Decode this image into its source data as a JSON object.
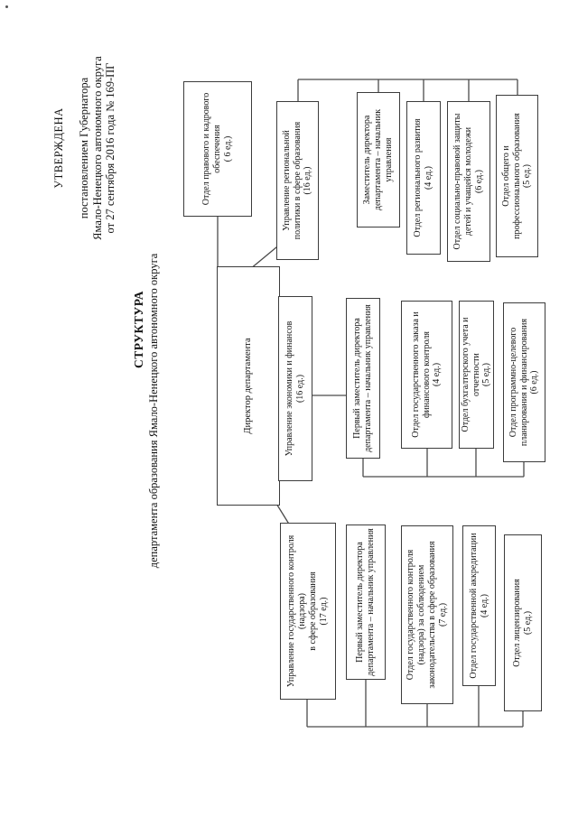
{
  "approval": {
    "status": "УТВЕРЖДЕНА",
    "decree": "постановлением Губернатора\nЯмало-Ненецкого автономного округа\nот 27 сентября 2016 года № 169-ПГ"
  },
  "title": {
    "main": "СТРУКТУРА",
    "sub": "департамента образования Ямало-Ненецкого автономного округа"
  },
  "org": {
    "director": "Директор департамента",
    "legal": "Отдел правового и кадрового\nобеспечения\n( 6 ед.)",
    "branches": {
      "control": {
        "upr": "Управление государственного контроля\n(надзора)\nв сфере образования\n(17 ед.)",
        "dep": "Первый заместитель директора\nдепартамента – начальник управления",
        "d1": "Отдел государственного контроля\n(надзора) за соблюдением\nзаконодательства в сфере образования\n(7 ед.)",
        "d2": "Отдел государственной аккредитации\n(4 ед.)",
        "d3": "Отдел лицензирования\n(5 ед.)"
      },
      "economy": {
        "upr": "Управление экономики и финансов\n(16 ед.)",
        "dep": "Первый заместитель директора\nдепартамента – начальник управления",
        "d1": "Отдел государственного заказа и\nфинансового контроля\n(4 ед.)",
        "d2": "Отдел бухгалтерского учета и\nотчетности\n(5 ед.)",
        "d3": "Отдел программно-целевого\nпланирования и финансирования\n(6 ед.)"
      },
      "regional": {
        "upr": "Управление региональной\nполитики в сфере образования\n(16 ед.)",
        "dep": "Заместитель директора\nдепартамента – начальник\nуправления",
        "d1": "Отдел регионального развития\n(4 ед.)",
        "d2": "Отдел социально-правовой защиты\nдетей и учащейся молодежи\n(6 ед.)",
        "d3": "Отдел общего и\nпрофессионального образования\n(5 ед.)"
      }
    }
  }
}
